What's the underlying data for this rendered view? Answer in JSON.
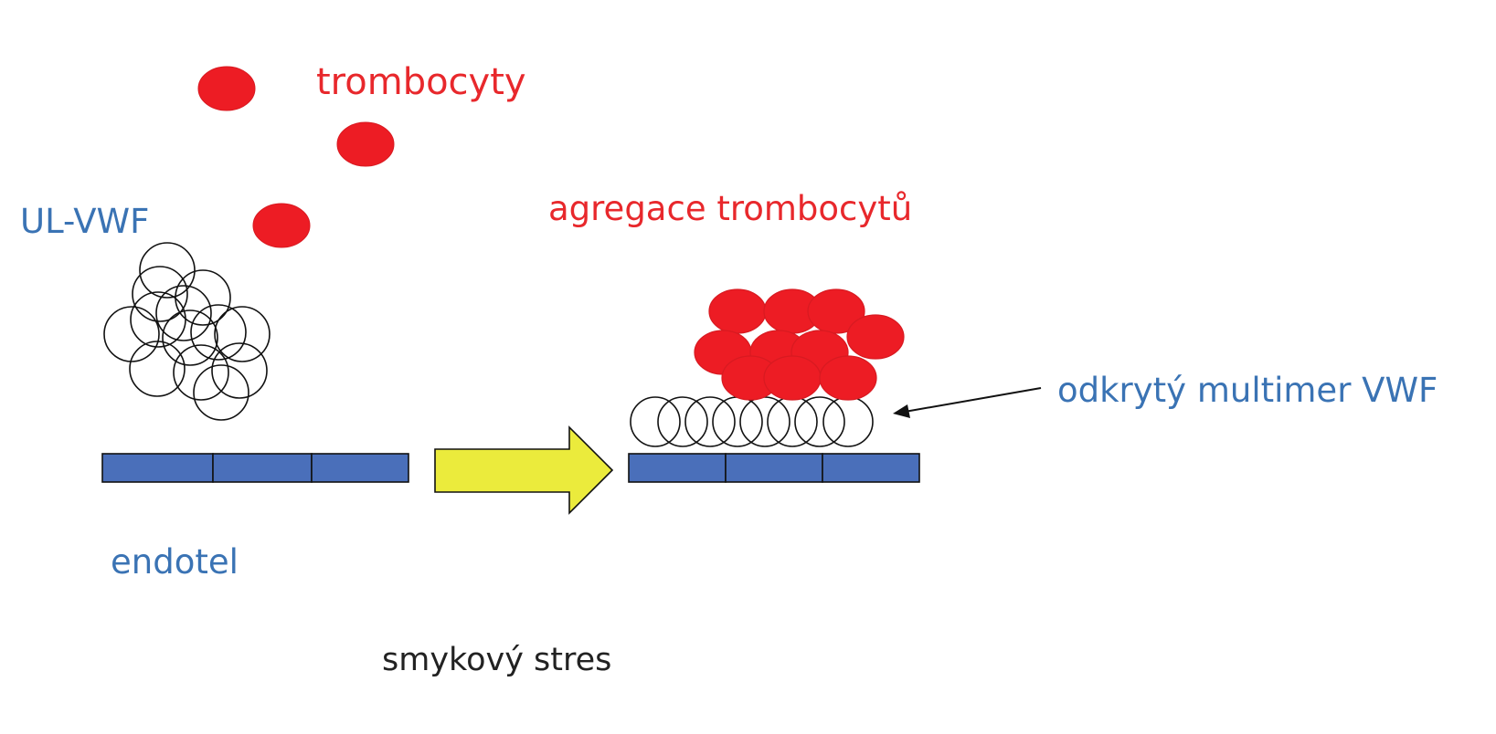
{
  "labels": {
    "platelets": "trombocyty",
    "ulvwf": "UL-VWF",
    "aggregation": "agregace trombocytů",
    "exposed_multimer": "odkrytý multimer VWF",
    "endothelium": "endotel",
    "shear_stress": "smykový stres"
  },
  "colors": {
    "platelet": "#ed1c24",
    "platelet_stroke": "#d81a21",
    "endothelium_fill": "#4a6fba",
    "arrow_fill": "#ebeb3c",
    "label_red": "#e8282c",
    "label_blue": "#3a73b4"
  }
}
